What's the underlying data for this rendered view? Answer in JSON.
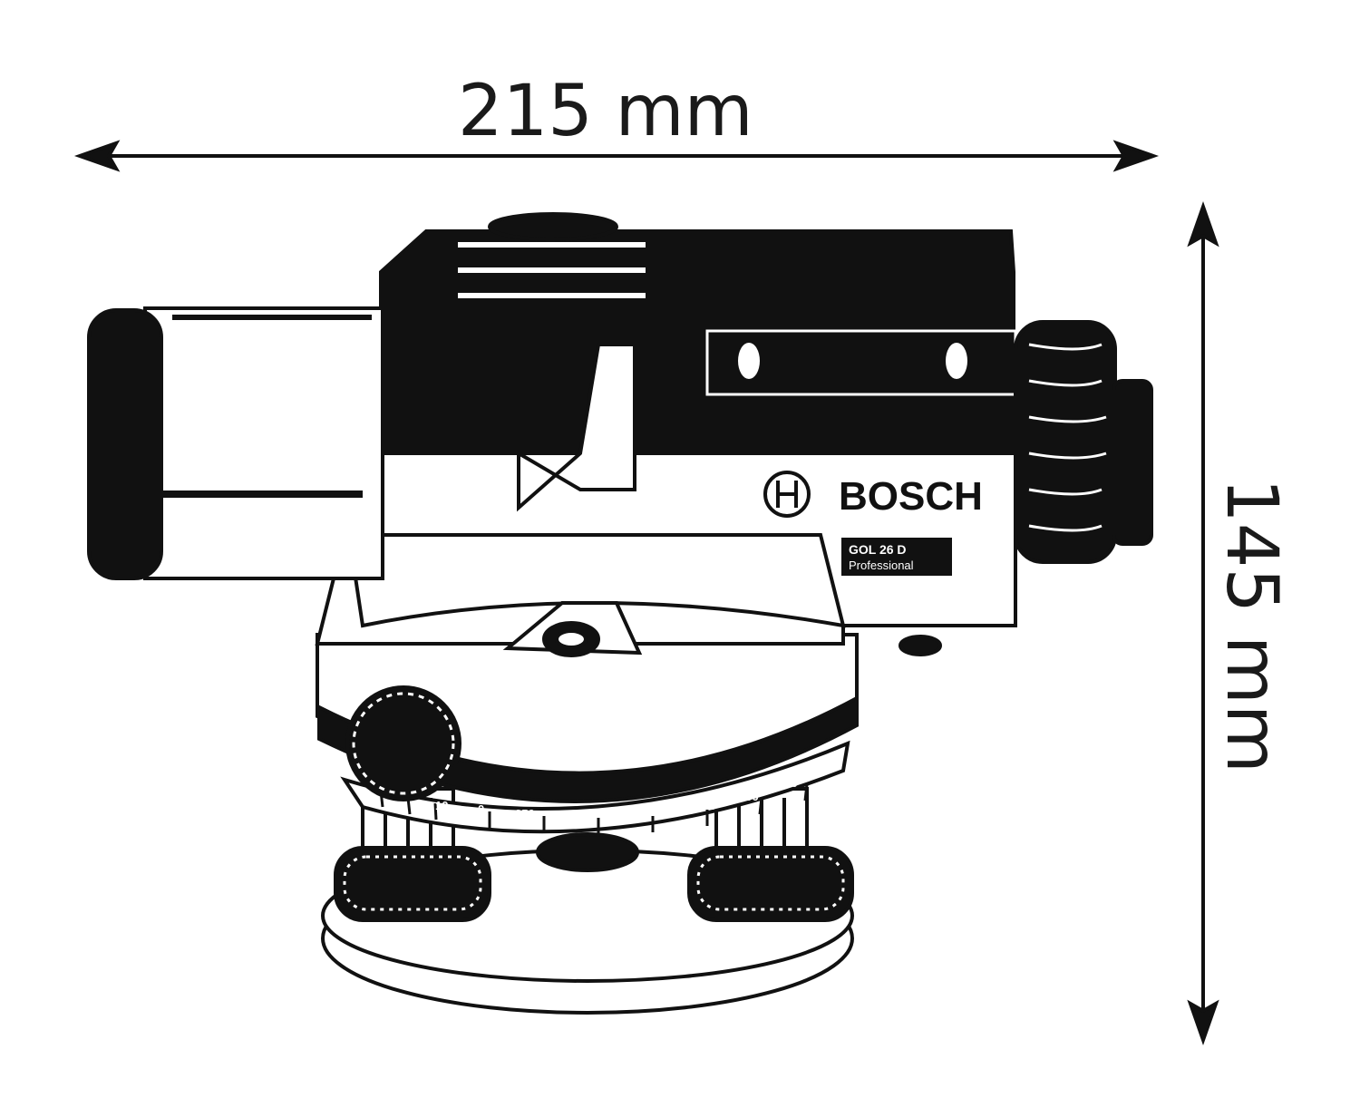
{
  "dimensions": {
    "width_label": "215 mm",
    "height_label": "145 mm"
  },
  "device": {
    "brand": "BOSCH",
    "model": "GOL 26 D",
    "line": "Professional",
    "scale_labels": [
      "10",
      "0",
      "350",
      "340",
      "330",
      "320",
      "310",
      "300",
      "290",
      "280"
    ]
  },
  "colors": {
    "ink": "#111111",
    "paper": "#ffffff"
  }
}
